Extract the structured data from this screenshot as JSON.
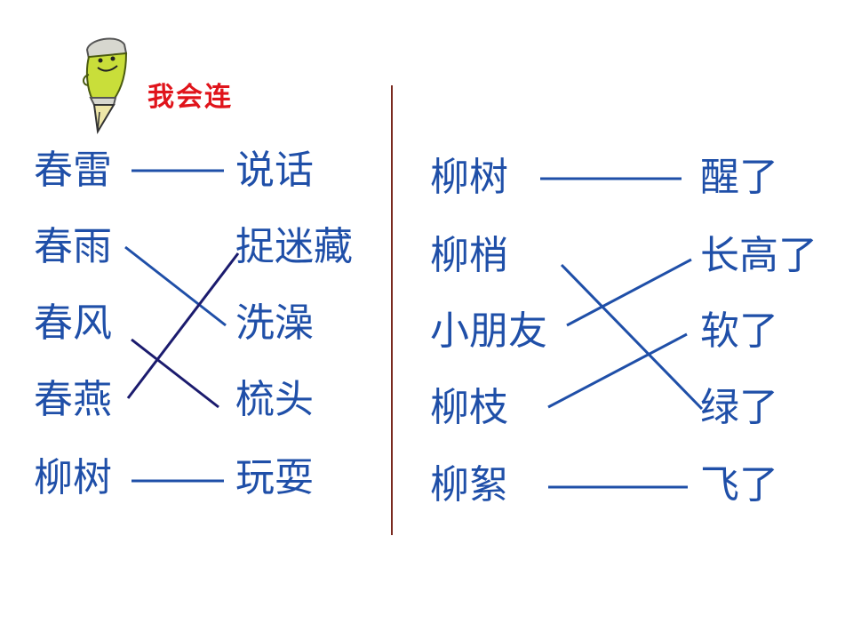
{
  "title": "我会连",
  "left": {
    "col1": [
      "春雷",
      "春雨",
      "春风",
      "春燕",
      "柳树"
    ],
    "col2": [
      "说话",
      "捉迷藏",
      "洗澡",
      "梳头",
      "玩耍"
    ]
  },
  "right": {
    "col1": [
      "柳树",
      "柳梢",
      "小朋友",
      "柳枝",
      "柳絮"
    ],
    "col2": [
      "醒了",
      "长高了",
      "软了",
      "绿了",
      "飞了"
    ]
  },
  "colors": {
    "text": "#1f4fa8",
    "title": "#e0141b",
    "line_blue": "#1f4fa8",
    "line_navy": "#1b1b6e",
    "divider": "#7a2a1f"
  }
}
